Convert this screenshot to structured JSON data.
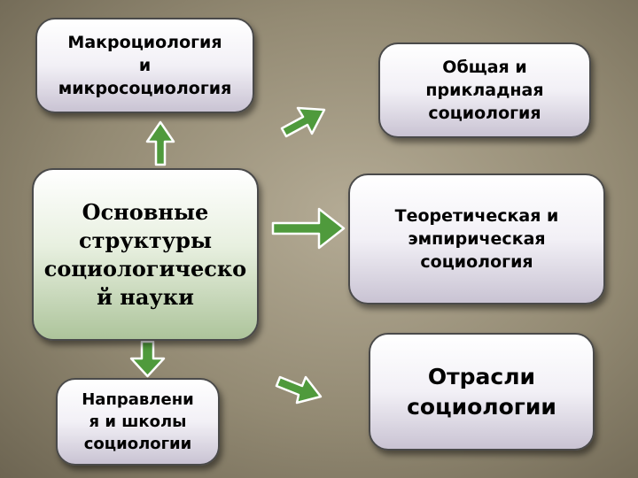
{
  "center": {
    "label": "Основные\nструктуры\nсоциологическо\nй науки"
  },
  "boxes": {
    "macro": "Макроциология\nи\nмикросоциология",
    "general": "Общая и\nприкладная\nсоциология",
    "theory": "Теоретическая и\nэмпирическая\nсоциология",
    "branches": "Отрасли\nсоциологии",
    "schools": "Направлени\nя и школы\nсоциологии"
  },
  "colors": {
    "arrow_fill": "#4f9a3c",
    "arrow_stroke": "#ffffff",
    "center_fill": "#c3d6b5"
  }
}
